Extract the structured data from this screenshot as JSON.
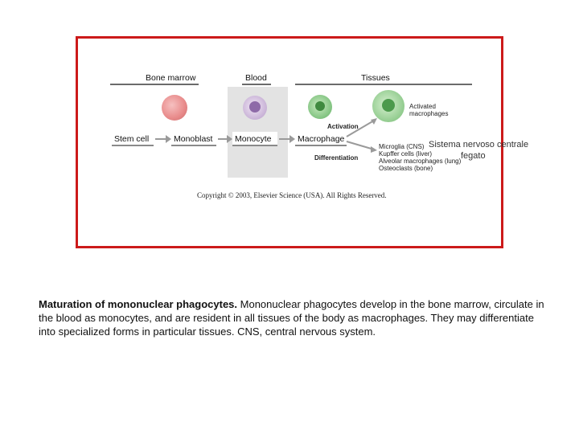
{
  "figure": {
    "headers": {
      "bone_marrow": "Bone marrow",
      "blood": "Blood",
      "tissues": "Tissues"
    },
    "stages": {
      "stem_cell": "Stem cell",
      "monoblast": "Monoblast",
      "monocyte": "Monocyte",
      "macrophage": "Macrophage"
    },
    "activation_label": "Activation",
    "activated_macrophages": "Activated macrophages",
    "differentiation_label": "Differentiation",
    "specialized_forms": [
      "Microglia (CNS)",
      "Kupffer cells (liver)",
      "Alveolar macrophages (lung)",
      "Osteoclasts (bone)"
    ],
    "overlay_annotations": {
      "cns": "Sistema nervoso centrale",
      "liver": "fegato"
    },
    "copyright": "Copyright © 2003, Elsevier Science (USA). All Rights Reserved."
  },
  "caption": {
    "bold": "Maturation of mononuclear phagocytes.",
    "text": " Mononuclear phagocytes develop in the bone marrow, circulate in the blood as monocytes, and are resident in all tissues of the body as macrophages. They may differentiate into specialized forms in particular tissues. CNS, central nervous system."
  },
  "colors": {
    "frame_border": "#cc1a1a",
    "blood_band": "#e3e3e3",
    "monoblast_cell": "#e88a8a",
    "monocyte_cell": "#c8b2d6",
    "macrophage_cell": "#7bbf7b"
  }
}
